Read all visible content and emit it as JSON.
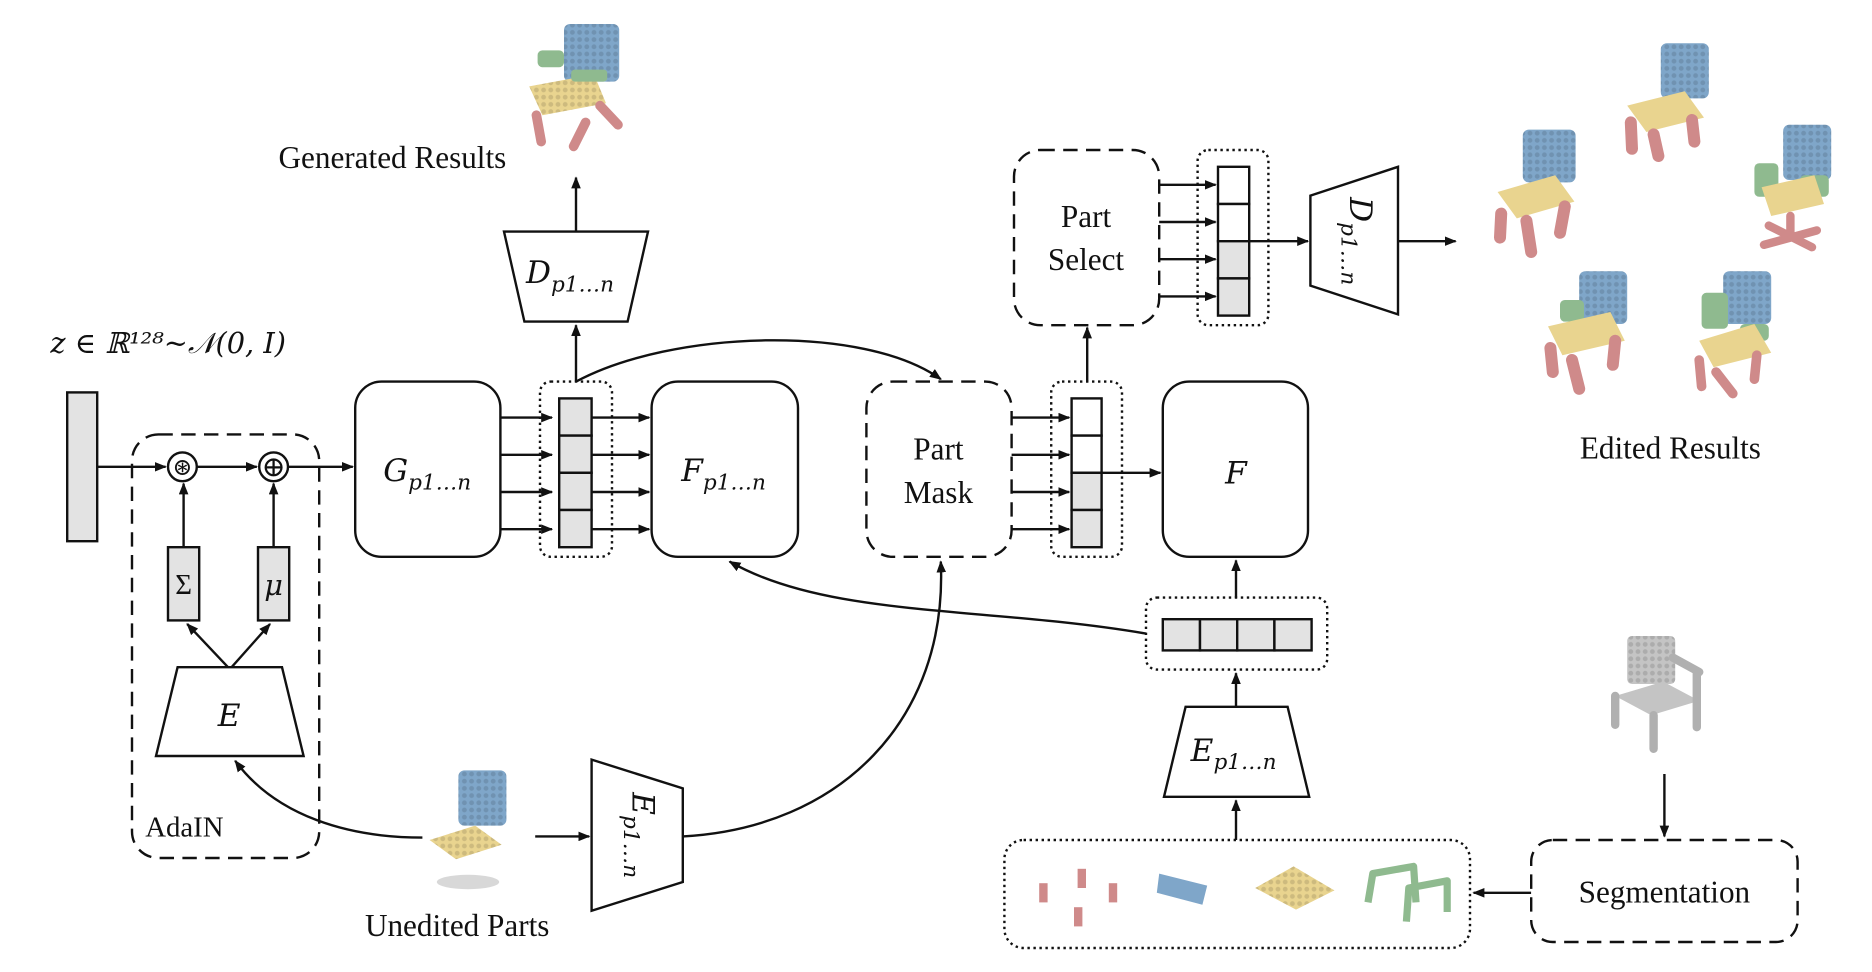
{
  "input": {
    "z_label": "z ∈ ℝ¹²⁸~𝒩(0, I)"
  },
  "adain": {
    "label": "AdaIN",
    "multiply_symbol": "⊛",
    "add_symbol": "⊕",
    "sigma": "Σ",
    "mu": "μ",
    "encoder": "E"
  },
  "generator": {
    "label_main": "G",
    "label_sub": "p1…n"
  },
  "fusion_top": {
    "label_main": "F",
    "label_sub": "p1…n"
  },
  "decoder_top": {
    "label_main": "D",
    "label_sub": "p1…n"
  },
  "decoder_right": {
    "label_main": "D",
    "label_sub": "p1…n"
  },
  "encoder_bottom": {
    "label_main": "E",
    "label_sub": "p1…n"
  },
  "encoder_right": {
    "label_main": "E",
    "label_sub": "p1…n"
  },
  "part_mask": {
    "line1": "Part",
    "line2": "Mask"
  },
  "part_select": {
    "line1": "Part",
    "line2": "Select"
  },
  "fusion_final": {
    "label": "F"
  },
  "segmentation": {
    "label": "Segmentation"
  },
  "captions": {
    "generated": "Generated Results",
    "edited": "Edited Results",
    "unedited": "Unedited Parts"
  },
  "part_colors": {
    "back": "#7fa6c9",
    "seat": "#e9d48f",
    "legs": "#cf8a8a",
    "arms": "#8fba8f",
    "gray": "#bdbdbd",
    "vector_fill": "#e3e3e3"
  }
}
